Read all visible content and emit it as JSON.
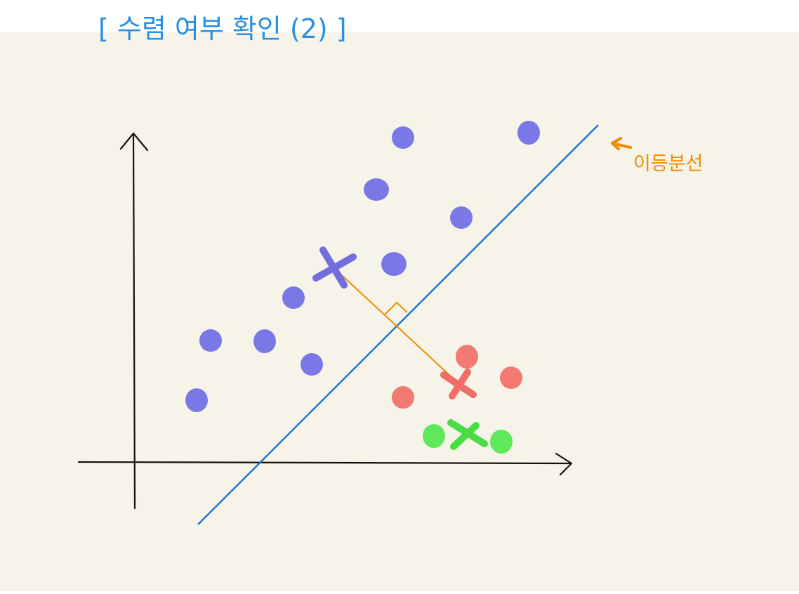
{
  "title": "[ 수렴 여부 확인 (2) ]",
  "line_label": "이등분선",
  "colors": {
    "title": "#2a8fe0",
    "background": "#f6f4e8",
    "axes": "#111111",
    "bisector": "#1a73d9",
    "connector": "#f08c00",
    "label": "#f08c00",
    "cluster_blue": "#7a78e6",
    "cluster_red": "#f27a72",
    "cluster_green": "#5fe85a",
    "centroid_blue": "#6a66de",
    "centroid_red": "#f0605c",
    "centroid_green": "#3fdc3a"
  },
  "icons": {
    "label_pointer": "arrow-left-icon",
    "centroid": "x-mark-icon",
    "right_angle": "right-angle-marker"
  }
}
